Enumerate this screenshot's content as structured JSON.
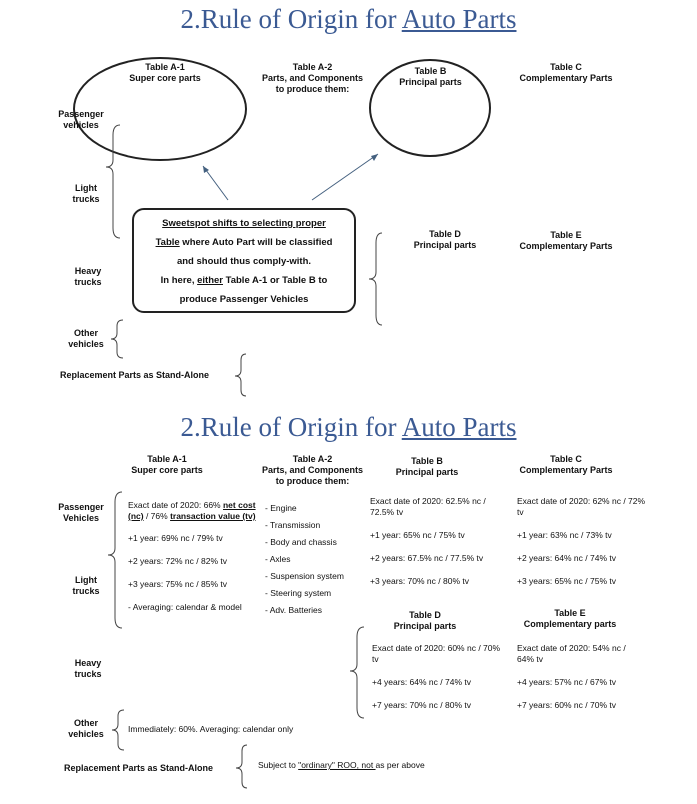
{
  "slide1": {
    "title_prefix": "2.Rule of Origin for ",
    "title_link": "Auto Parts",
    "headers": {
      "a1": "Table A-1\nSuper core parts",
      "a2": "Table A-2\nParts, and Components\nto produce them:",
      "b": "Table B\nPrincipal parts",
      "c": "Table C\nComplementary Parts",
      "d": "Table D\nPrincipal parts",
      "e": "Table E\nComplementary Parts"
    },
    "rows": {
      "passenger": "Passenger\nvehicles",
      "light": "Light\ntrucks",
      "heavy": "Heavy\ntrucks",
      "other": "Other\nvehicles",
      "replacement": "Replacement Parts as Stand-Alone"
    },
    "callout": {
      "line1": "Sweetspot  shifts to selecting proper",
      "line2a": "Table",
      "line2b": " where Auto Part will be classified",
      "line3": "and should thus comply-with.",
      "line4a": "In here, ",
      "line4b": "either",
      "line4c": " Table A-1 or Table B to",
      "line5": "produce Passenger Vehicles"
    }
  },
  "slide2": {
    "title_prefix": "2.Rule of Origin for ",
    "title_link": "Auto Parts",
    "headers": {
      "a1": "Table A-1\nSuper core parts",
      "a2": "Table A-2\nParts, and Components\nto produce them:",
      "b": "Table B\nPrincipal parts",
      "c": "Table C\nComplementary Parts",
      "d": "Table D\nPrincipal parts",
      "e": "Table E\nComplementary parts"
    },
    "rows": {
      "passenger": "Passenger\nVehicles",
      "light": "Light\ntrucks",
      "heavy": "Heavy\ntrucks",
      "other": "Other\nvehicles",
      "replacement": "Replacement Parts as Stand-Alone"
    },
    "a1": {
      "exact_prefix": "Exact date of 2020:  66% ",
      "net_cost": "net cost (nc)",
      "mid": " / 76% ",
      "tv": "transaction value (tv)",
      "y1": "+1 year:  69% nc / 79% tv",
      "y2": "+2 years:  72% nc / 82% tv",
      "y3": "+3 years:  75% nc / 85% tv",
      "avg": "- Averaging: calendar & model"
    },
    "a2": {
      "items": [
        "- Engine",
        "- Transmission",
        "- Body and chassis",
        "- Axles",
        "- Suspension system",
        "- Steering system",
        "- Adv. Batteries"
      ]
    },
    "b": {
      "exact": "Exact date of 2020:  62.5% nc / 72.5% tv",
      "y1": "+1 year:  65% nc / 75% tv",
      "y2": "+2 years:  67.5% nc / 77.5% tv",
      "y3": "+3 years:  70% nc / 80% tv"
    },
    "c": {
      "exact": "Exact date of 2020:  62% nc / 72% tv",
      "y1": "+1 year:  63% nc / 73% tv",
      "y2": "+2 years:  64% nc / 74% tv",
      "y3": "+3 years:  65% nc / 75% tv"
    },
    "d": {
      "exact": "Exact date of 2020:  60% nc / 70% tv",
      "y4": "+4 years:  64% nc / 74% tv",
      "y7": "+7 years:  70% nc / 80% tv"
    },
    "e": {
      "exact": "Exact date of 2020:  54% nc / 64% tv",
      "y4": "+4 years:  57% nc / 67% tv",
      "y7": "+7 years:  60% nc / 70% tv"
    },
    "other_text": "Immediately:  60%.   Averaging: calendar only",
    "replacement_prefix": "Subject to ",
    "replacement_ordinary": "\"ordinary\" ROO, not ",
    "replacement_suffix": "as per above"
  }
}
